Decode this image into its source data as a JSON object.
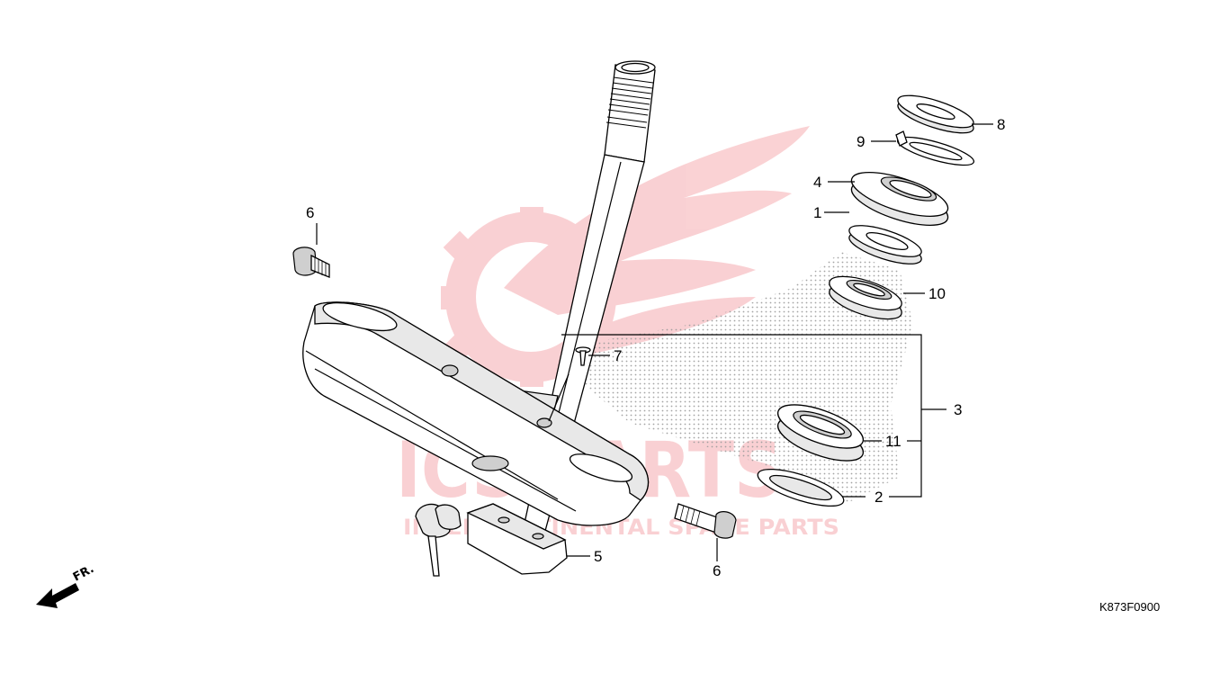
{
  "watermark": {
    "brand": "ICS PARTS",
    "tagline": "INTERCONTINENTAL SPARE PARTS",
    "color": "#e8303a"
  },
  "diagram_code": "K873F0900",
  "front_marker": {
    "label": "FR.",
    "icon": "front-direction-arrow-icon"
  },
  "callouts": {
    "c1": "1",
    "c2": "2",
    "c3": "3",
    "c4": "4",
    "c5": "5",
    "c6a": "6",
    "c6b": "6",
    "c7": "7",
    "c8": "8",
    "c9": "9",
    "c10": "10",
    "c11": "11"
  }
}
